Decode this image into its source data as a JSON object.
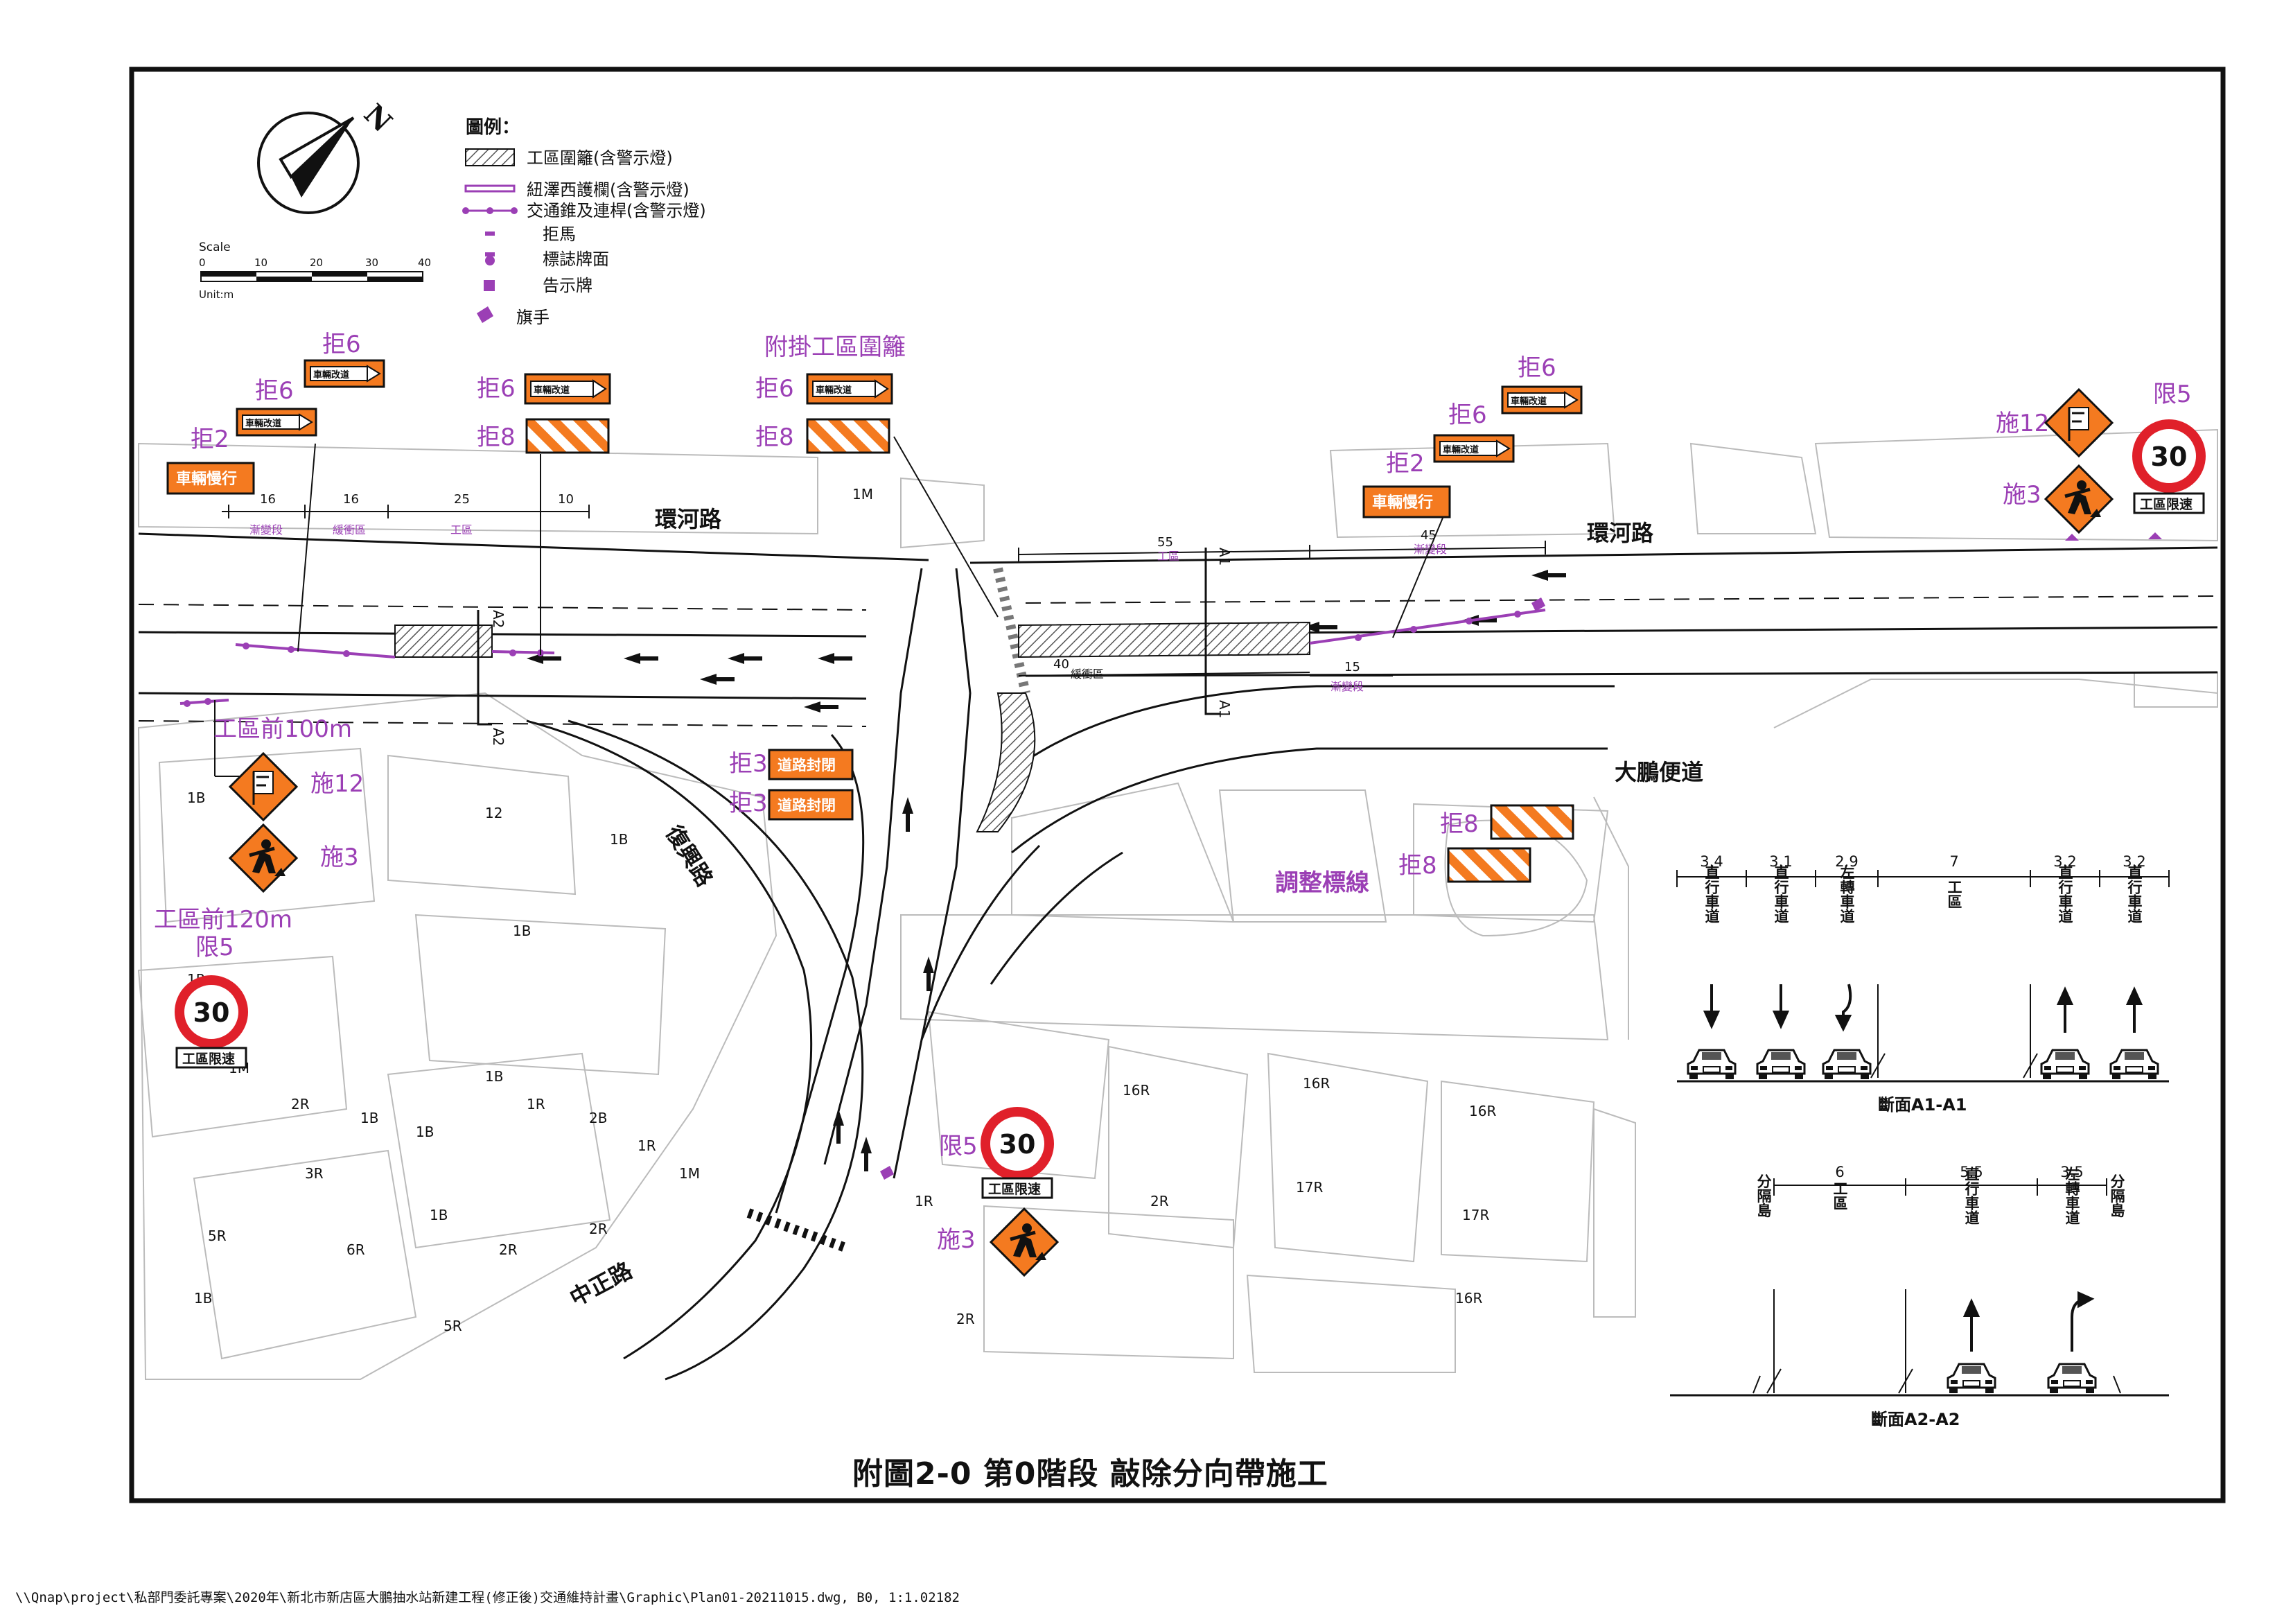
{
  "title": "附圖2-0 第0階段 敲除分向帶施工",
  "file_path": "\\\\Qnap\\project\\私部門委託專案\\2020年\\新北市新店區大鵬抽水站新建工程(修正後)交通維持計畫\\Graphic\\Plan01-20211015.dwg, B0, 1:1.02182",
  "north": "N",
  "scale": {
    "title": "Scale",
    "unit": "Unit:m",
    "ticks": [
      "0",
      "10",
      "20",
      "30",
      "40"
    ]
  },
  "legend": {
    "title": "圖例：",
    "items": [
      {
        "label": "工區圍籬(含警示燈)"
      },
      {
        "label": "紐澤西護欄(含警示燈)"
      },
      {
        "label": "交通錐及連桿(含警示燈)"
      },
      {
        "label": "拒馬"
      },
      {
        "label": "標誌牌面"
      },
      {
        "label": "告示牌"
      },
      {
        "label": "旗手"
      }
    ]
  },
  "roads": {
    "huanhe_west": "環河路",
    "huanhe_east": "環河路",
    "fuxing": "復興路",
    "zhongzheng": "中正路",
    "dapeng": "大鵬便道",
    "adjust_marking": "調整標線"
  },
  "signs": {
    "ju6": "拒6",
    "ju2": "拒2",
    "ju8": "拒8",
    "ju3": "拒3",
    "shi12": "施12",
    "shi3": "施3",
    "xian5": "限5",
    "attach_fence": "附掛工區圍籬",
    "vehicle_change": "車輛改道",
    "slow_down": "車輛慢行",
    "road_closed": "道路封閉",
    "speed_value": "30",
    "speed_plate": "工區限速",
    "front_100": "工區前100m",
    "front_120": "工區前120m"
  },
  "dims_west": {
    "d1": "16",
    "d2": "16",
    "d3": "25",
    "d4": "10",
    "t1": "漸變段",
    "t2": "緩衝區",
    "t3": "工區"
  },
  "dims_east": {
    "d1": "55",
    "d2": "45",
    "d3": "40",
    "d4": "15",
    "t1": "工區",
    "t2": "漸變段",
    "t3": "漸變段",
    "t4": "緩衝區"
  },
  "section_labels": {
    "a1": "A1",
    "a2": "A2"
  },
  "section_a1": {
    "title": "斷面A1-A1",
    "widths": [
      "3.4",
      "3.1",
      "2.9",
      "7",
      "3.2",
      "3.2"
    ],
    "lanes": [
      "直行車道",
      "直行車道",
      "左轉車道",
      "工區",
      "直行車道",
      "直行車道"
    ]
  },
  "section_a2": {
    "title": "斷面A2-A2",
    "widths": [
      "6",
      "5.5",
      "3.5"
    ],
    "lanes": [
      "分隔島",
      "工區",
      "直行車道",
      "左轉車道",
      "分隔島"
    ]
  },
  "colors": {
    "purple": "#9b3fb5",
    "orange": "#f47a20",
    "red": "#e0202a",
    "black": "#111111"
  }
}
